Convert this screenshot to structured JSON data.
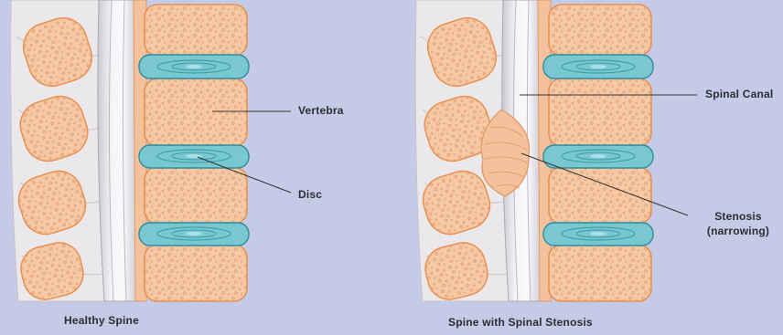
{
  "figure": {
    "left_panel": {
      "caption": "Healthy Spine"
    },
    "right_panel": {
      "caption": "Spine with Spinal Stenosis"
    },
    "labels": {
      "vertebra": "Vertebra",
      "disc": "Disc",
      "spinal_canal": "Spinal Canal",
      "stenosis_line1": "Stenosis",
      "stenosis_line2": "(narrowing)"
    },
    "colors": {
      "background": "#c5cbe6",
      "bone": "#f6c9a6",
      "bone_outline": "#e8904f",
      "disc": "#79c8d1",
      "disc_outline": "#2f8d9c",
      "canal": "#eeeef2",
      "tissue": "#e9e6e9",
      "stenosis": "#f3c19c"
    }
  }
}
